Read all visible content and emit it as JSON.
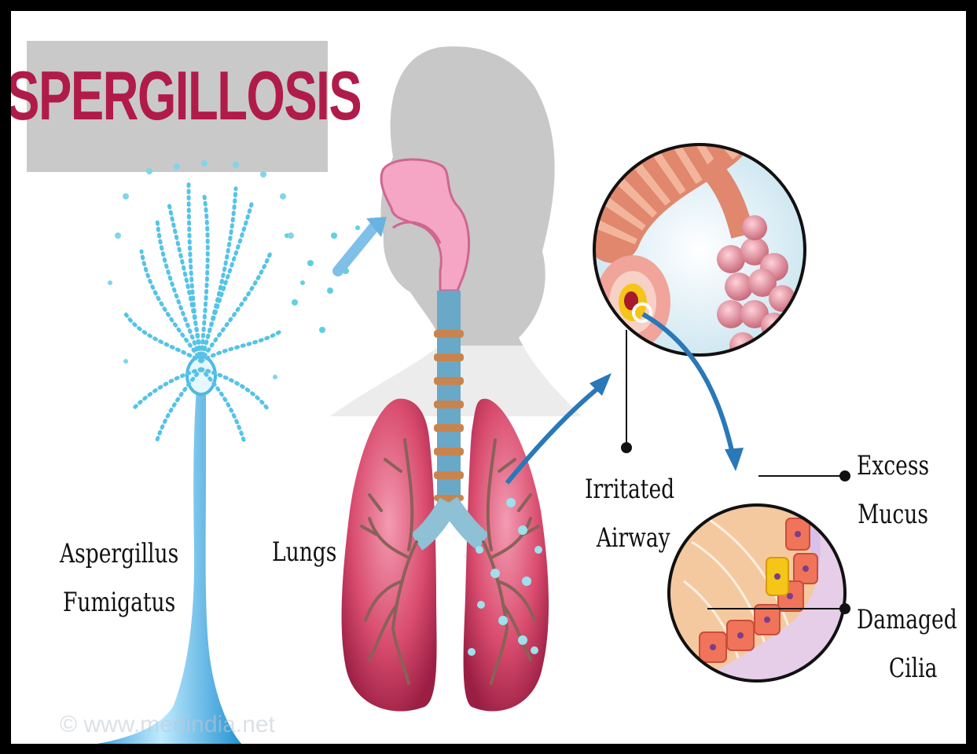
{
  "title": "ASPERGILLOSIS",
  "labels": {
    "fungus": [
      "Aspergillus",
      "Fumigatus"
    ],
    "lungs": "Lungs",
    "airway": [
      "Irritated",
      "Airway"
    ],
    "mucus": [
      "Excess",
      "Mucus"
    ],
    "cilia": [
      "Damaged",
      "Cilia"
    ]
  },
  "watermark": "© www.medindia.net",
  "colors": {
    "title_text": "#b01b4a",
    "title_box": "#c9c9c9",
    "fungus": "#4fb9e0",
    "spores": "#5fd0e0",
    "lung": "#d94c6e",
    "arrow": "#2a78b8",
    "head_silhouette": "#c8c8c8"
  }
}
